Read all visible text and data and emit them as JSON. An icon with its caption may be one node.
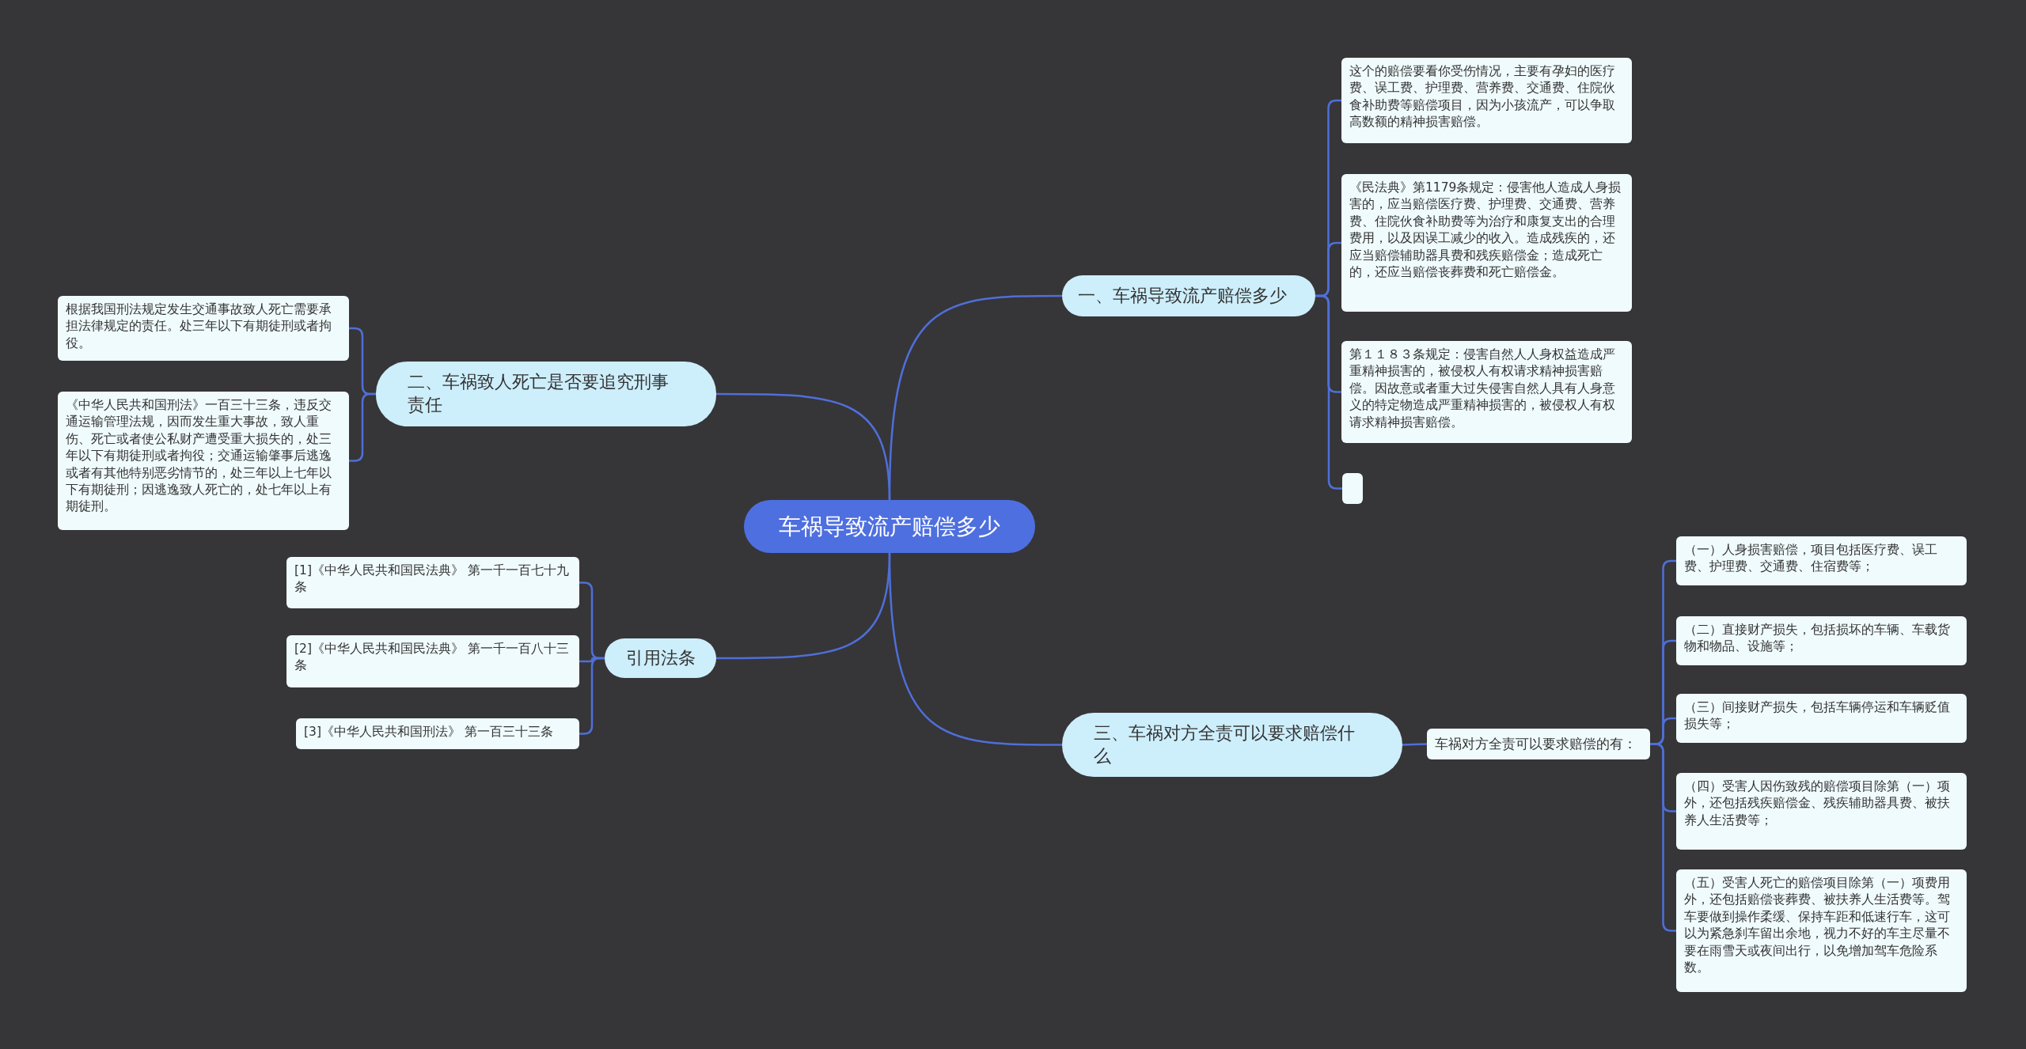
{
  "diagram": {
    "nodes": [
      {
        "text": [
          "车祸导致流产赔偿多少"
        ]
      },
      {
        "text": [
          "一、车祸导致流产赔偿多少"
        ]
      },
      {
        "text": [
          "这个的赔偿要看你受伤情况，主要有孕妇的医疗费、误工费、护理费、营养费、交通费、住院伙食补助费等赔偿项目，因为小孩流产，可以争取高数额的精神损害赔偿。"
        ]
      },
      {
        "text": [
          "《民法典》第1179条规定：侵害他人造成人身损害的，应当赔偿医疗费、护理费、交通费、营养费、住院伙食补助费等为治疗和康复支出的合理费用，以及因误工减少的收入。造成残疾的，还应当赔偿辅助器具费和残疾赔偿金；造成死亡的，还应当赔偿丧葬费和死亡赔偿金。"
        ]
      },
      {
        "text": [
          "第１１８３条规定：侵害自然人人身权益造成严重精神损害的，被侵权人有权请求精神损害赔偿。因故意或者重大过失侵害自然人具有人身意义的特定物造成严重精神损害的，被侵权人有权请求精神损害赔偿。"
        ]
      },
      {
        "text": [],
        "shape": "box"
      },
      {
        "text": [
          "二、车祸致人死亡是否要追究刑事责任"
        ]
      },
      {
        "text": [
          "根据我国刑法规定发生交通事故致人死亡需要承担法律规定的责任。处三年以下有期徒刑或者拘役。"
        ]
      },
      {
        "text": [
          "《中华人民共和国刑法》一百三十三条，违反交通运输管理法规，因而发生重大事故，致人重伤、死亡或者使公私财产遭受重大损失的，处三年以下有期徒刑或者拘役；交通运输肇事后逃逸或者有其他特别恶劣情节的，处三年以上七年以下有期徒刑；因逃逸致人死亡的，处七年以上有期徒刑。"
        ]
      },
      {
        "text": [
          "引用法条"
        ]
      },
      {
        "text": [
          "[1]《中华人民共和国民法典》 第一千一百七十九条"
        ]
      },
      {
        "text": [
          "[2]《中华人民共和国民法典》 第一千一百八十三条"
        ]
      },
      {
        "text": [
          "[3]《中华人民共和国刑法》 第一百三十三条"
        ]
      },
      {
        "text": [
          "三、车祸对方全责可以要求赔偿什么"
        ]
      },
      {
        "text": [
          "车祸对方全责可以要求赔偿的有："
        ]
      },
      {
        "text": [
          "（一）人身损害赔偿，项目包括医疗费、误工费、护理费、交通费、住宿费等；"
        ]
      },
      {
        "text": [
          "（二）直接财产损失，包括损坏的车辆、车载货物和物品、设施等；"
        ]
      },
      {
        "text": [
          "（三）间接财产损失，包括车辆停运和车辆贬值损失等；"
        ]
      },
      {
        "text": [
          "（四）受害人因伤致残的赔偿项目除第（一）项外，还包括残疾赔偿金、残疾辅助器具费、被扶养人生活费等；"
        ]
      },
      {
        "text": [
          "（五）受害人死亡的赔偿项目除第（一）项费用外，还包括赔偿丧葬费、被扶养人生活费等。驾车要做到操作柔缓、保持车距和低速行车，这可以为紧急刹车留出余地，视力不好的车主尽量不要在雨雪天或夜间出行，以免增加驾车危险系数。"
        ]
      }
    ],
    "edges": [
      {
        "from": 0,
        "to": 1,
        "arrow": "none"
      },
      {
        "from": 1,
        "to": 2,
        "arrow": "none"
      },
      {
        "from": 1,
        "to": 3,
        "arrow": "none"
      },
      {
        "from": 1,
        "to": 4,
        "arrow": "none"
      },
      {
        "from": 1,
        "to": 5,
        "arrow": "none"
      },
      {
        "from": 0,
        "to": 6,
        "arrow": "none"
      },
      {
        "from": 6,
        "to": 7,
        "arrow": "none"
      },
      {
        "from": 6,
        "to": 8,
        "arrow": "none"
      },
      {
        "from": 0,
        "to": 9,
        "arrow": "none"
      },
      {
        "from": 9,
        "to": 10,
        "arrow": "none"
      },
      {
        "from": 9,
        "to": 11,
        "arrow": "none"
      },
      {
        "from": 9,
        "to": 12,
        "arrow": "none"
      },
      {
        "from": 0,
        "to": 13,
        "arrow": "none"
      },
      {
        "from": 13,
        "to": 14,
        "arrow": "none"
      },
      {
        "from": 14,
        "to": 15,
        "arrow": "none"
      },
      {
        "from": 14,
        "to": 16,
        "arrow": "none"
      },
      {
        "from": 14,
        "to": 17,
        "arrow": "none"
      },
      {
        "from": 14,
        "to": 18,
        "arrow": "none"
      },
      {
        "from": 14,
        "to": 19,
        "arrow": "none"
      }
    ]
  }
}
